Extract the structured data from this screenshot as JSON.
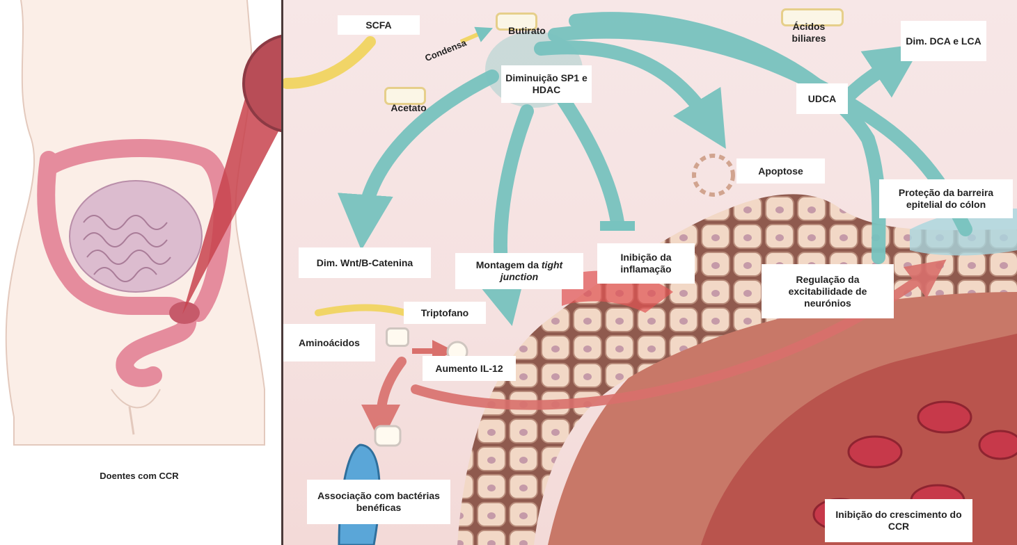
{
  "labels": {
    "scfa": "SCFA",
    "butirato": "Butirato",
    "acetato": "Acetato",
    "condensa": "Condensa",
    "diminuicao": "Diminuição SP1 e HDAC",
    "acidos_biliares": "Ácidos biliares",
    "dim_dca": "Dim. DCA e LCA",
    "udca": "UDCA",
    "apoptose": "Apoptose",
    "protecao": "Proteção da barreira epitelial do cólon",
    "dim_wnt": "Dim. Wnt/B-Catenina",
    "montagem_prefix": "Montagem da ",
    "montagem_italic": "tight junction",
    "inibicao_inflamacao": "Inibição da inflamação",
    "regulacao": "Regulação da excitabilidade de neurónios",
    "triptofano": "Triptofano",
    "aminoacidos": "Aminoácidos",
    "aumento_il12": "Aumento IL-12",
    "associacao": "Associação com bactérias benéficas",
    "inibicao_ccr": "Inibição do crescimento do CCR",
    "doentes": "Doentes com CCR"
  },
  "colors": {
    "teal_arrow": "#78c3bf",
    "red_arrow": "#d9706c",
    "yellow_arrow": "#f1d567",
    "cell_fill": "#f2d8c6",
    "tissue": "#c67a69",
    "skin": "#f8e7de",
    "colon": "#e48a9a"
  }
}
